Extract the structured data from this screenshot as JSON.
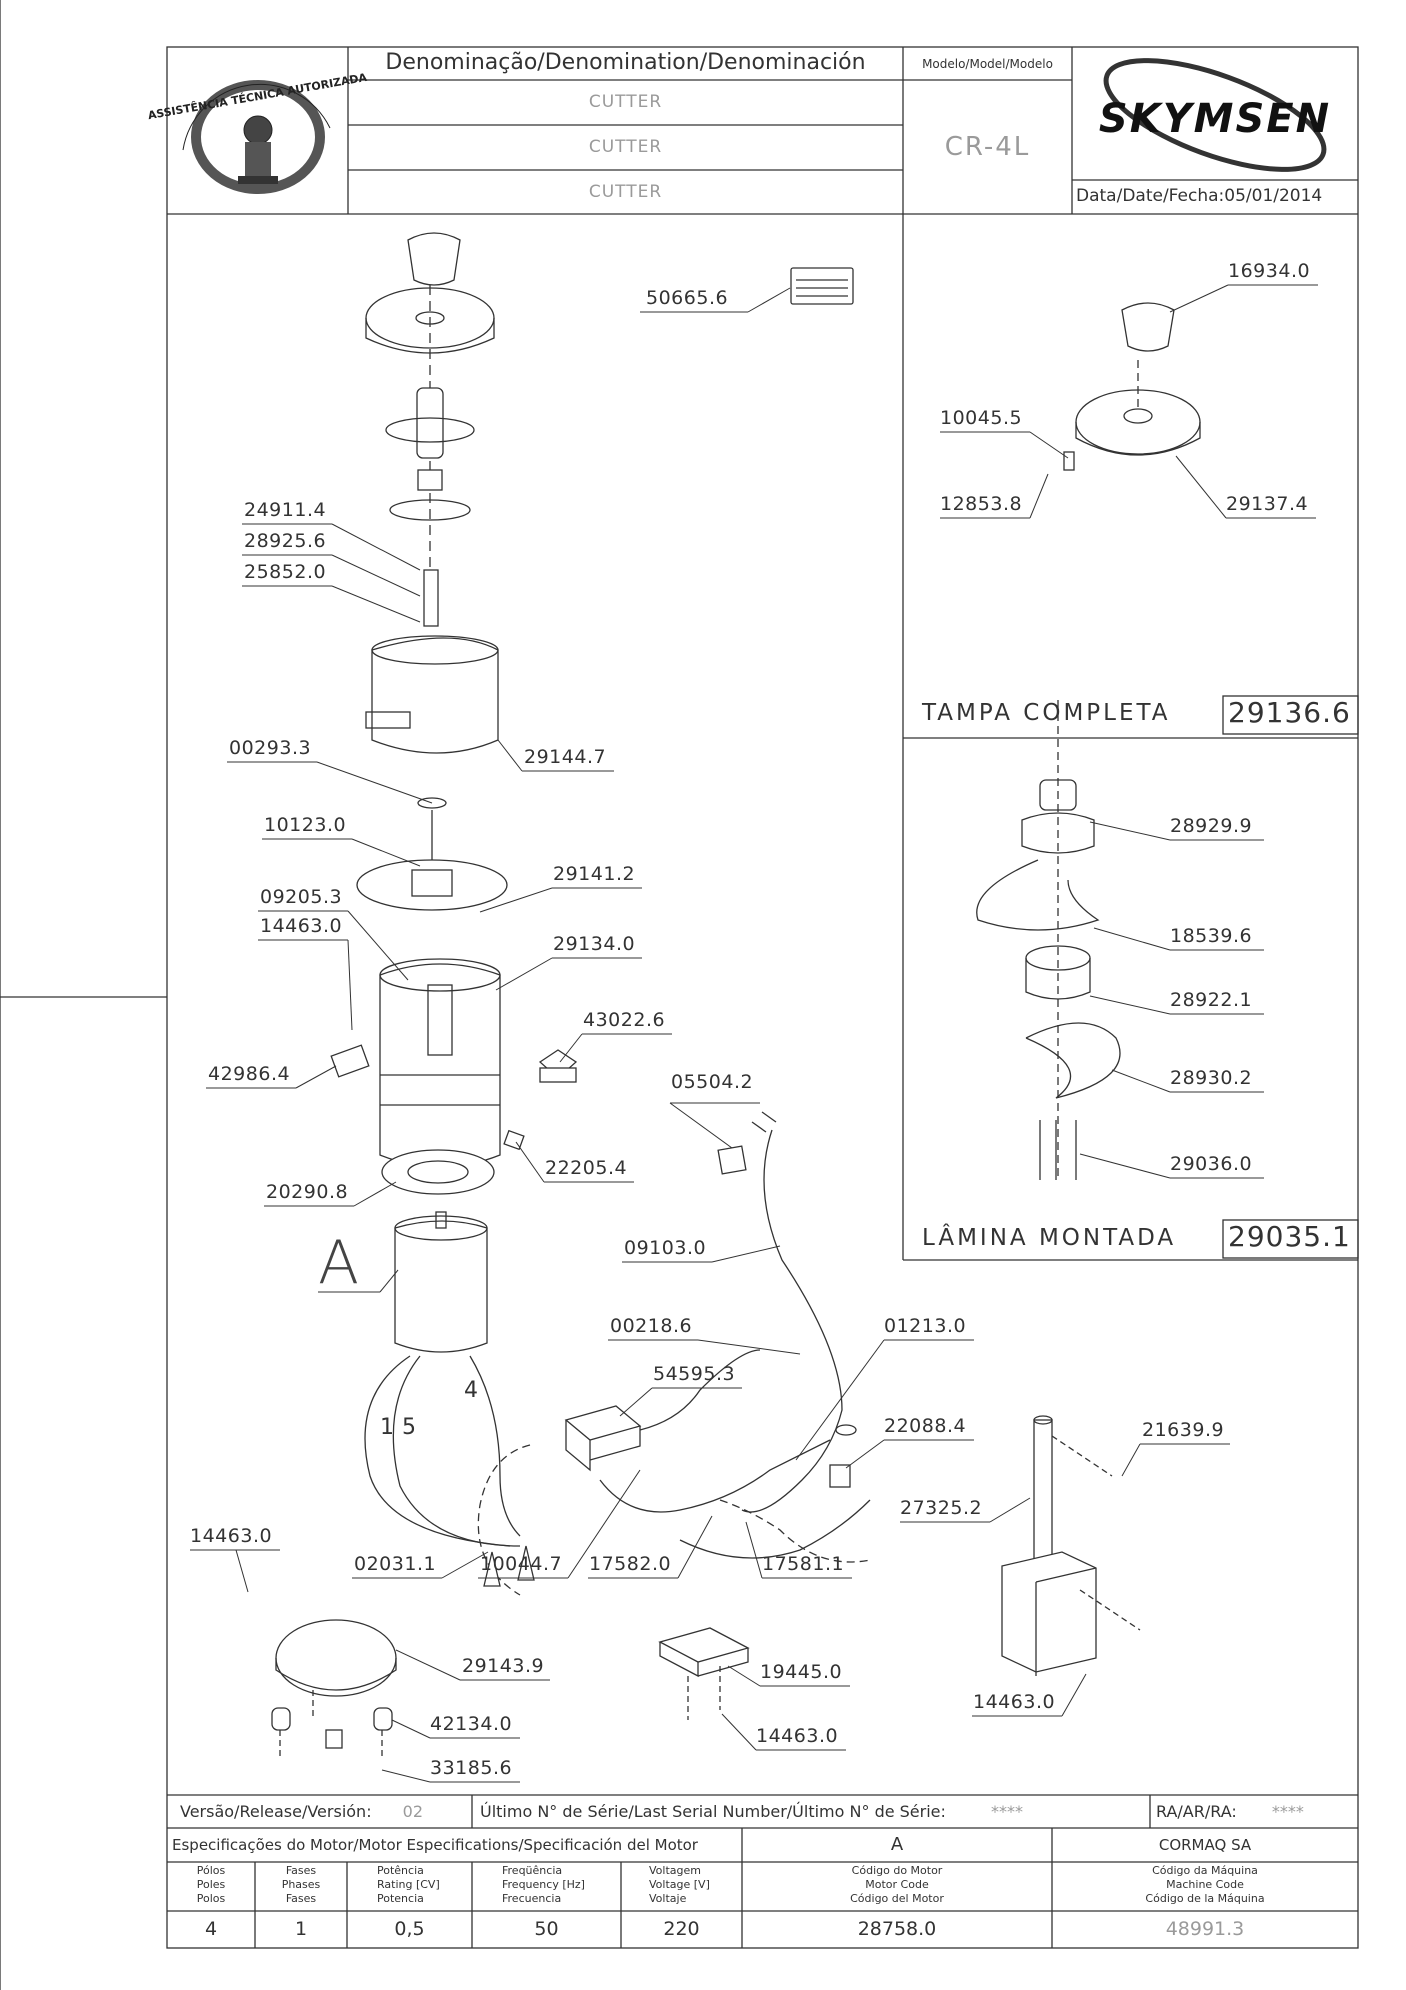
{
  "header": {
    "denomination_label": "Denominação/Denomination/Denominación",
    "denomination_rows": [
      "CUTTER",
      "CUTTER",
      "CUTTER"
    ],
    "model_label": "Modelo/Model/Modelo",
    "model_value": "CR-4L",
    "brand": "SKYMSEN",
    "date_label": "Data/Date/Fecha:",
    "date_value": "05/01/2014",
    "seal_text": "ASSISTÊNCIA TÉCNICA AUTORIZADA"
  },
  "callouts": {
    "c50665": "50665.6",
    "c24911": "24911.4",
    "c28925": "28925.6",
    "c25852": "25852.0",
    "c29144": "29144.7",
    "c00293": "00293.3",
    "c10123": "10123.0",
    "c29141": "29141.2",
    "c09205": "09205.3",
    "c14463a": "14463.0",
    "c29134": "29134.0",
    "c43022": "43022.6",
    "c42986": "42986.4",
    "c22205": "22205.4",
    "c20290": "20290.8",
    "c05504": "05504.2",
    "c09103": "09103.0",
    "c00218": "00218.6",
    "c01213": "01213.0",
    "c54595": "54595.3",
    "c22088": "22088.4",
    "c21639": "21639.9",
    "c27325": "27325.2",
    "c14463b": "14463.0",
    "c02031": "02031.1",
    "c10044": "10044.7",
    "c17582": "17582.0",
    "c17581": "17581.1",
    "c29143": "29143.9",
    "c19445": "19445.0",
    "c14463c": "14463.0",
    "c42134": "42134.0",
    "c33185": "33185.6",
    "c14463d": "14463.0",
    "motor_label": "A",
    "wire_15": "1 5",
    "wire_4": "4"
  },
  "panel_tampa": {
    "title": "TAMPA COMPLETA",
    "code": "29136.6",
    "c16934": "16934.0",
    "c10045": "10045.5",
    "c12853": "12853.8",
    "c29137": "29137.4"
  },
  "panel_lamina": {
    "title": "LÂMINA MONTADA",
    "code": "29035.1",
    "c28929": "28929.9",
    "c18539": "18539.6",
    "c28922": "28922.1",
    "c28930": "28930.2",
    "c29036": "29036.0"
  },
  "footer": {
    "version_label": "Versão/Release/Versión:",
    "version_value": "02",
    "serial_label": "Último N° de Série/Last Serial Number/Último N° de Série:",
    "serial_value": "****",
    "ra_label": "RA/AR/RA:",
    "ra_value": "****",
    "motor_spec_label": "Especificações do Motor/Motor Especifications/Specificación del Motor",
    "motor_letter": "A",
    "company": "CORMAQ SA",
    "columns": [
      {
        "header": "Pólos\nPoles\nPolos",
        "value": "4"
      },
      {
        "header": "Fases\nPhases\nFases",
        "value": "1"
      },
      {
        "header": "Potência\nRating [CV]\nPotencia",
        "value": "0,5"
      },
      {
        "header": "Freqüência\nFrequency [Hz]\nFrecuencia",
        "value": "50"
      },
      {
        "header": "Voltagem\nVoltage [V]\nVoltaje",
        "value": "220"
      },
      {
        "header": "Código do Motor\nMotor Code\nCódigo del Motor",
        "value": "28758.0"
      },
      {
        "header": "Código da Máquina\nMachine Code\nCódigo de la Máquina",
        "value": "48991.3"
      }
    ]
  }
}
